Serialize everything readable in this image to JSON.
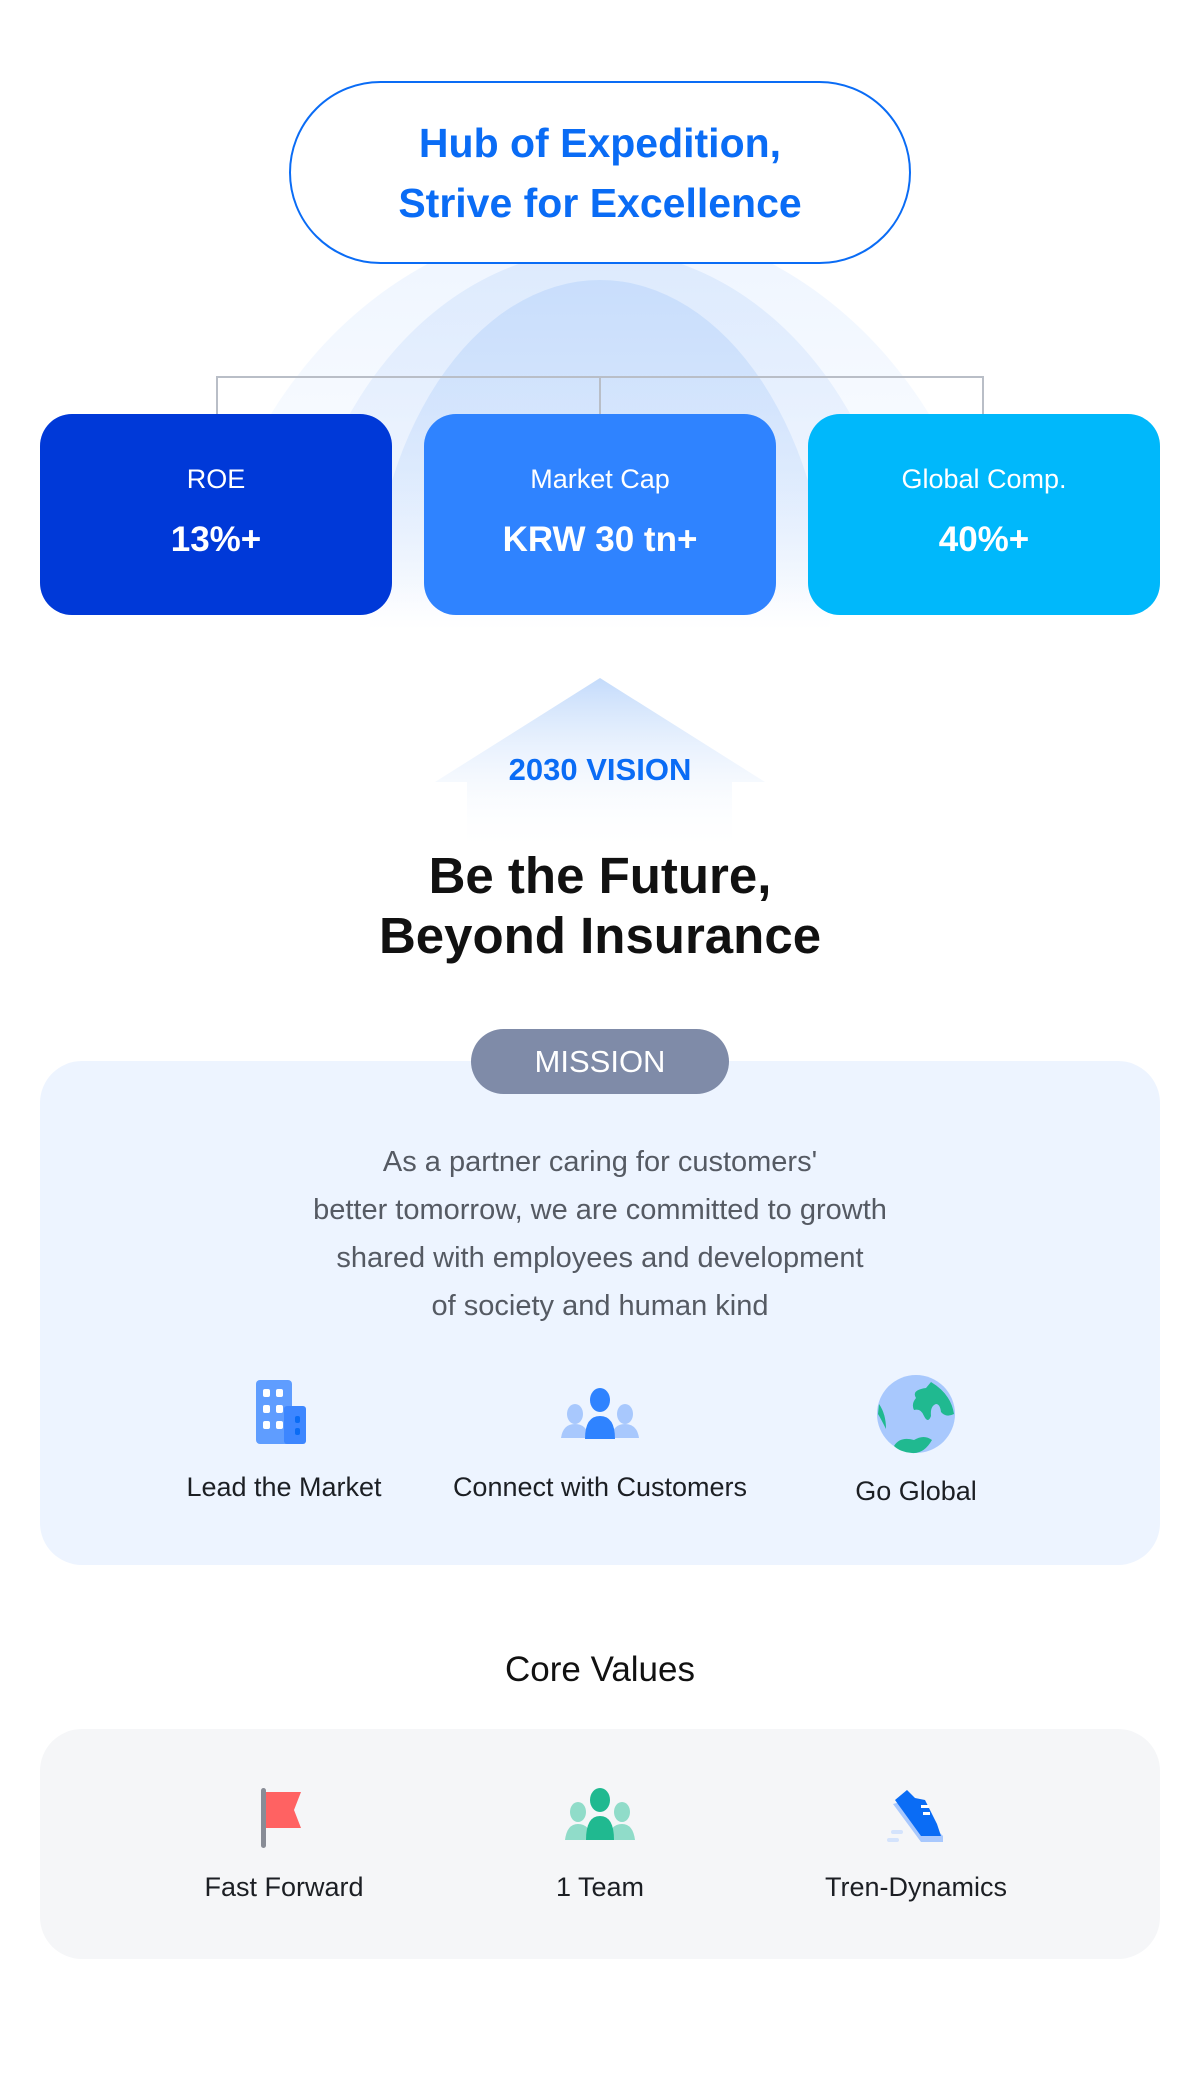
{
  "top": {
    "line1": "Hub of Expedition,",
    "line2": "Strive for Excellence"
  },
  "metrics": [
    {
      "label": "ROE",
      "value": "13%+",
      "color": "#0039d8"
    },
    {
      "label": "Market Cap",
      "value": "KRW 30 tn+",
      "color": "#2f83ff"
    },
    {
      "label": "Global Comp.",
      "value": "40%+",
      "color": "#00b8fb"
    }
  ],
  "vision": {
    "tag": "2030 VISION",
    "line1": "Be the Future,",
    "line2": "Beyond Insurance"
  },
  "mission": {
    "tag": "MISSION",
    "lines": [
      "As a partner caring for customers'",
      "better tomorrow, we are committed to growth",
      "shared with employees and development",
      "of society and human kind"
    ],
    "items": [
      {
        "label": "Lead the Market",
        "icon": "building-icon"
      },
      {
        "label": "Connect with Customers",
        "icon": "people-icon"
      },
      {
        "label": "Go Global",
        "icon": "globe-icon"
      }
    ]
  },
  "core_values": {
    "title": "Core Values",
    "items": [
      {
        "label": "Fast Forward",
        "icon": "flag-icon"
      },
      {
        "label": "1 Team",
        "icon": "team-icon"
      },
      {
        "label": "Tren-Dynamics",
        "icon": "sneaker-icon"
      }
    ]
  }
}
